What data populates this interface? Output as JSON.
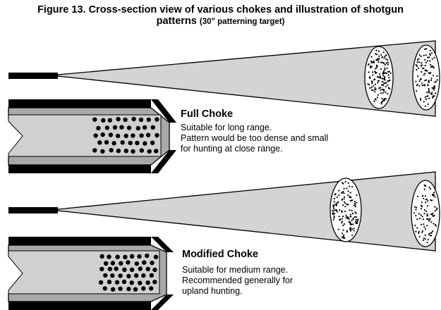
{
  "figure": {
    "title_line1": "Figure 13. Cross-section view of various chokes and illustration of shotgun",
    "title_line2_main": "patterns",
    "title_line2_sub": "(30\" patterning target)"
  },
  "chokes": [
    {
      "name": "Full Choke",
      "description": [
        "Suitable for long range.",
        "Pattern would be too dense and small",
        "for hunting at close range."
      ]
    },
    {
      "name": "Modified Choke",
      "description": [
        "Suitable for medium range.",
        "Recommended generally for",
        "upland hunting."
      ]
    }
  ],
  "colors": {
    "barrel": "#000000",
    "wad": "#a9a9a9",
    "shell_fill": "#d0d0d0",
    "cone": "#d4d4d4",
    "pellet": "#000000"
  }
}
